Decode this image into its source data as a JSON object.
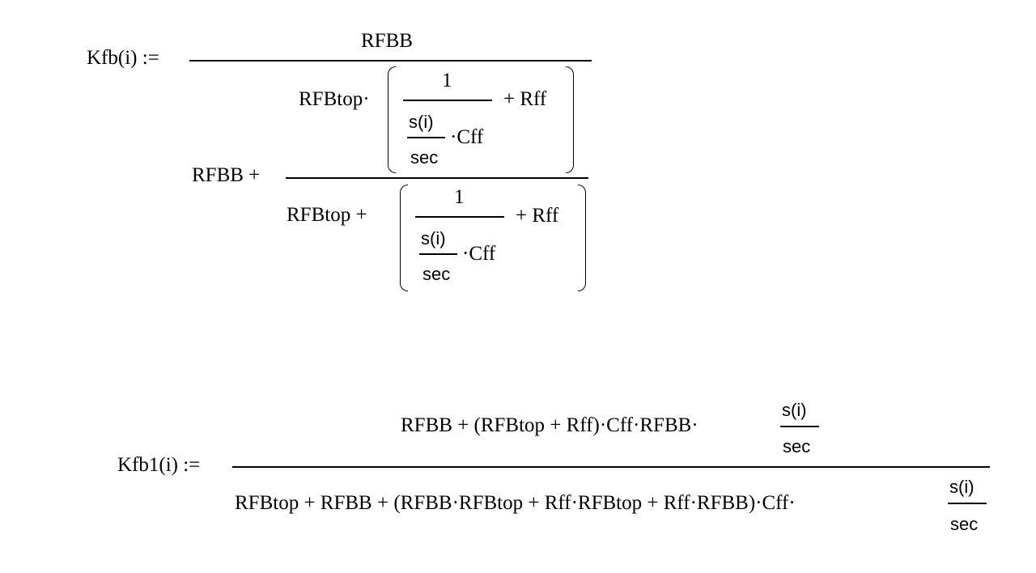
{
  "eq1": {
    "lhs": "Kfb(i) :=",
    "numerator": "RFBB",
    "den_prefix": "RFBB +",
    "inner_num_prefix": "RFBtop·",
    "inner_den_prefix": "RFBtop +",
    "one": "1",
    "s_i": "s(i)",
    "sec": "sec",
    "cff": "·Cff",
    "plus_rff": "+ Rff"
  },
  "eq2": {
    "lhs": "Kfb1(i) :=",
    "numerator": "RFBB + (RFBtop + Rff)·Cff·RFBB·",
    "denominator": "RFBtop + RFBB + (RFBB·RFBtop + Rff·RFBtop + Rff·RFBB)·Cff·",
    "s_i": "s(i)",
    "sec": "sec"
  }
}
